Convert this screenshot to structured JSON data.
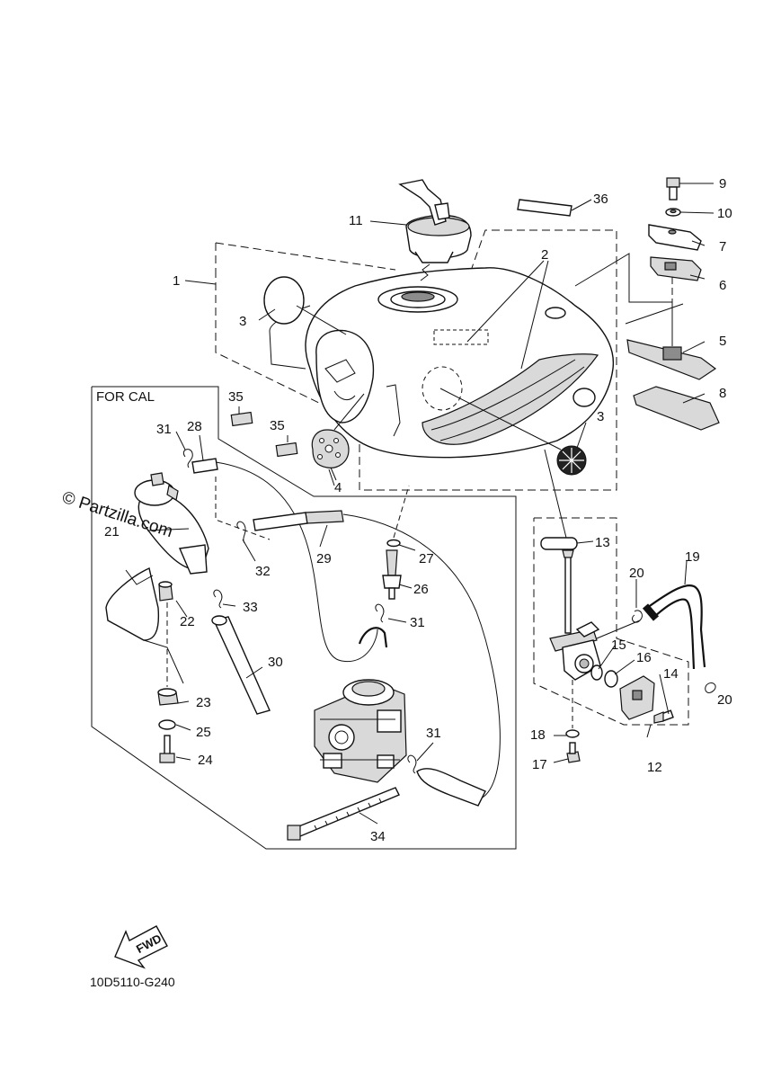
{
  "watermark": "© Partzilla.com",
  "section_label": "FOR CAL",
  "fwd_label": "FWD",
  "diagram_code": "10D5110-G240",
  "callouts": {
    "c1": "1",
    "c2": "2",
    "c3a": "3",
    "c3b": "3",
    "c4": "4",
    "c5": "5",
    "c6": "6",
    "c7": "7",
    "c8": "8",
    "c9": "9",
    "c10": "10",
    "c11": "11",
    "c12": "12",
    "c13": "13",
    "c14": "14",
    "c15": "15",
    "c16": "16",
    "c17": "17",
    "c18": "18",
    "c19": "19",
    "c20a": "20",
    "c20b": "20",
    "c21": "21",
    "c22": "22",
    "c23": "23",
    "c24": "24",
    "c25": "25",
    "c26": "26",
    "c27": "27",
    "c28": "28",
    "c29": "29",
    "c30": "30",
    "c31a": "31",
    "c31b": "31",
    "c31c": "31",
    "c32": "32",
    "c33": "33",
    "c34": "34",
    "c35a": "35",
    "c35b": "35",
    "c36": "36"
  }
}
